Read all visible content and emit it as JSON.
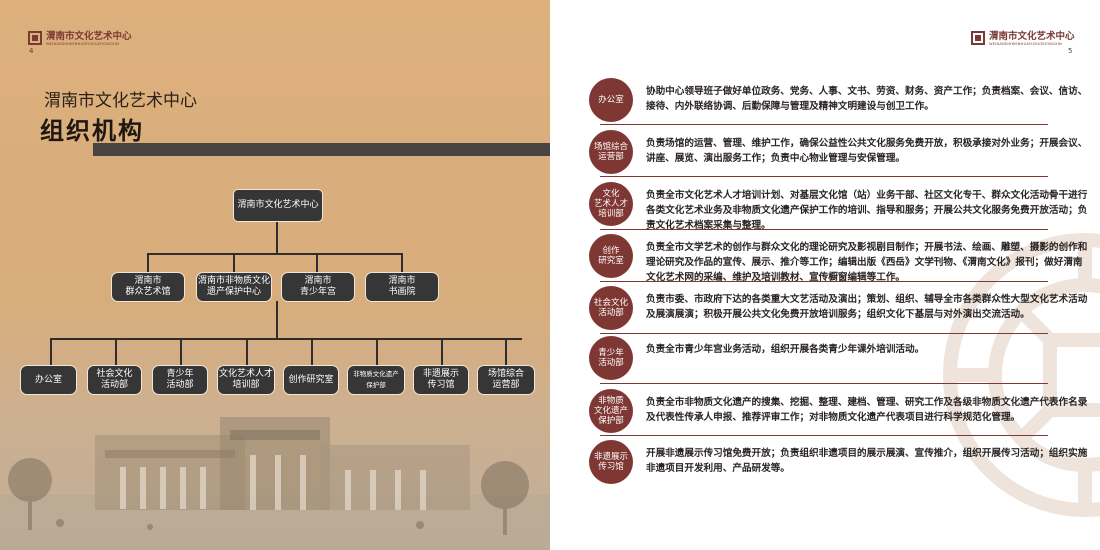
{
  "brand": {
    "name": "渭南市文化艺术中心",
    "pinyin": "WEINANSHIWENHUAYISHUZHONGXIN"
  },
  "left_page": {
    "page_number": "4",
    "heading_sub": "渭南市文化艺术中心",
    "heading_main": "组织机构",
    "org": {
      "root": "渭南市文化艺术中心",
      "level1": [
        "渭南市\n群众艺术馆",
        "渭南市非物质文化\n遗产保护中心",
        "渭南市\n青少年宫",
        "渭南市\n书画院"
      ],
      "level2": [
        "办公室",
        "社会文化\n活动部",
        "青少年\n活动部",
        "文化艺术人才\n培训部",
        "创作研究室",
        "非物质文化遗产\n保护部",
        "非遗展示\n传习馆",
        "场馆综合\n运营部"
      ]
    }
  },
  "right_page": {
    "page_number": "5",
    "departments": [
      {
        "name": "办公室",
        "desc": "协助中心领导班子做好单位政务、党务、人事、文书、劳资、财务、资产工作；负责档案、会议、信访、接待、内外联络协调、后勤保障与管理及精神文明建设与创卫工作。"
      },
      {
        "name": "场馆综合\n运营部",
        "desc": "负责场馆的运营、管理、维护工作，确保公益性公共文化服务免费开放，积极承接对外业务；开展会议、讲座、展览、演出服务工作；负责中心物业管理与安保管理。"
      },
      {
        "name": "文化\n艺术人才\n培训部",
        "desc": "负责全市文化艺术人才培训计划、对基层文化馆（站）业务干部、社区文化专干、群众文化活动骨干进行各类文化艺术业务及非物质文化遗产保护工作的培训、指导和服务；开展公共文化服务免费开放活动；负责文化艺术档案采集与整理。"
      },
      {
        "name": "创作\n研究室",
        "desc": "负责全市文学艺术的创作与群众文化的理论研究及影视剧目制作；开展书法、绘画、雕塑、摄影的创作和理论研究及作品的宣传、展示、推介等工作；编辑出版《西岳》文学刊物、《渭南文化》报刊；做好渭南文化艺术网的采编、维护及培训教材、宣传橱窗编辑等工作。"
      },
      {
        "name": "社会文化\n活动部",
        "desc": "负责市委、市政府下达的各类重大文艺活动及演出；策划、组织、辅导全市各类群众性大型文化艺术活动及展演展演；积极开展公共文化免费开放培训服务；组织文化下基层与对外演出交流活动。"
      },
      {
        "name": "青少年\n活动部",
        "desc": "负责全市青少年宫业务活动，组织开展各类青少年课外培训活动。"
      },
      {
        "name": "非物质\n文化遗产\n保护部",
        "desc": "负责全市非物质文化遗产的搜集、挖掘、整理、建档、管理、研究工作及各级非物质文化遗产代表作名录及代表性传承人申报、推荐评审工作；对非物质文化遗产代表项目进行科学规范化管理。"
      },
      {
        "name": "非遗展示\n传习馆",
        "desc": "开展非遗展示传习馆免费开放；负责组织非遗项目的展示展演、宣传推介，组织开展传习活动；组织实施非遗项目开发利用、产品研发等。"
      }
    ]
  }
}
